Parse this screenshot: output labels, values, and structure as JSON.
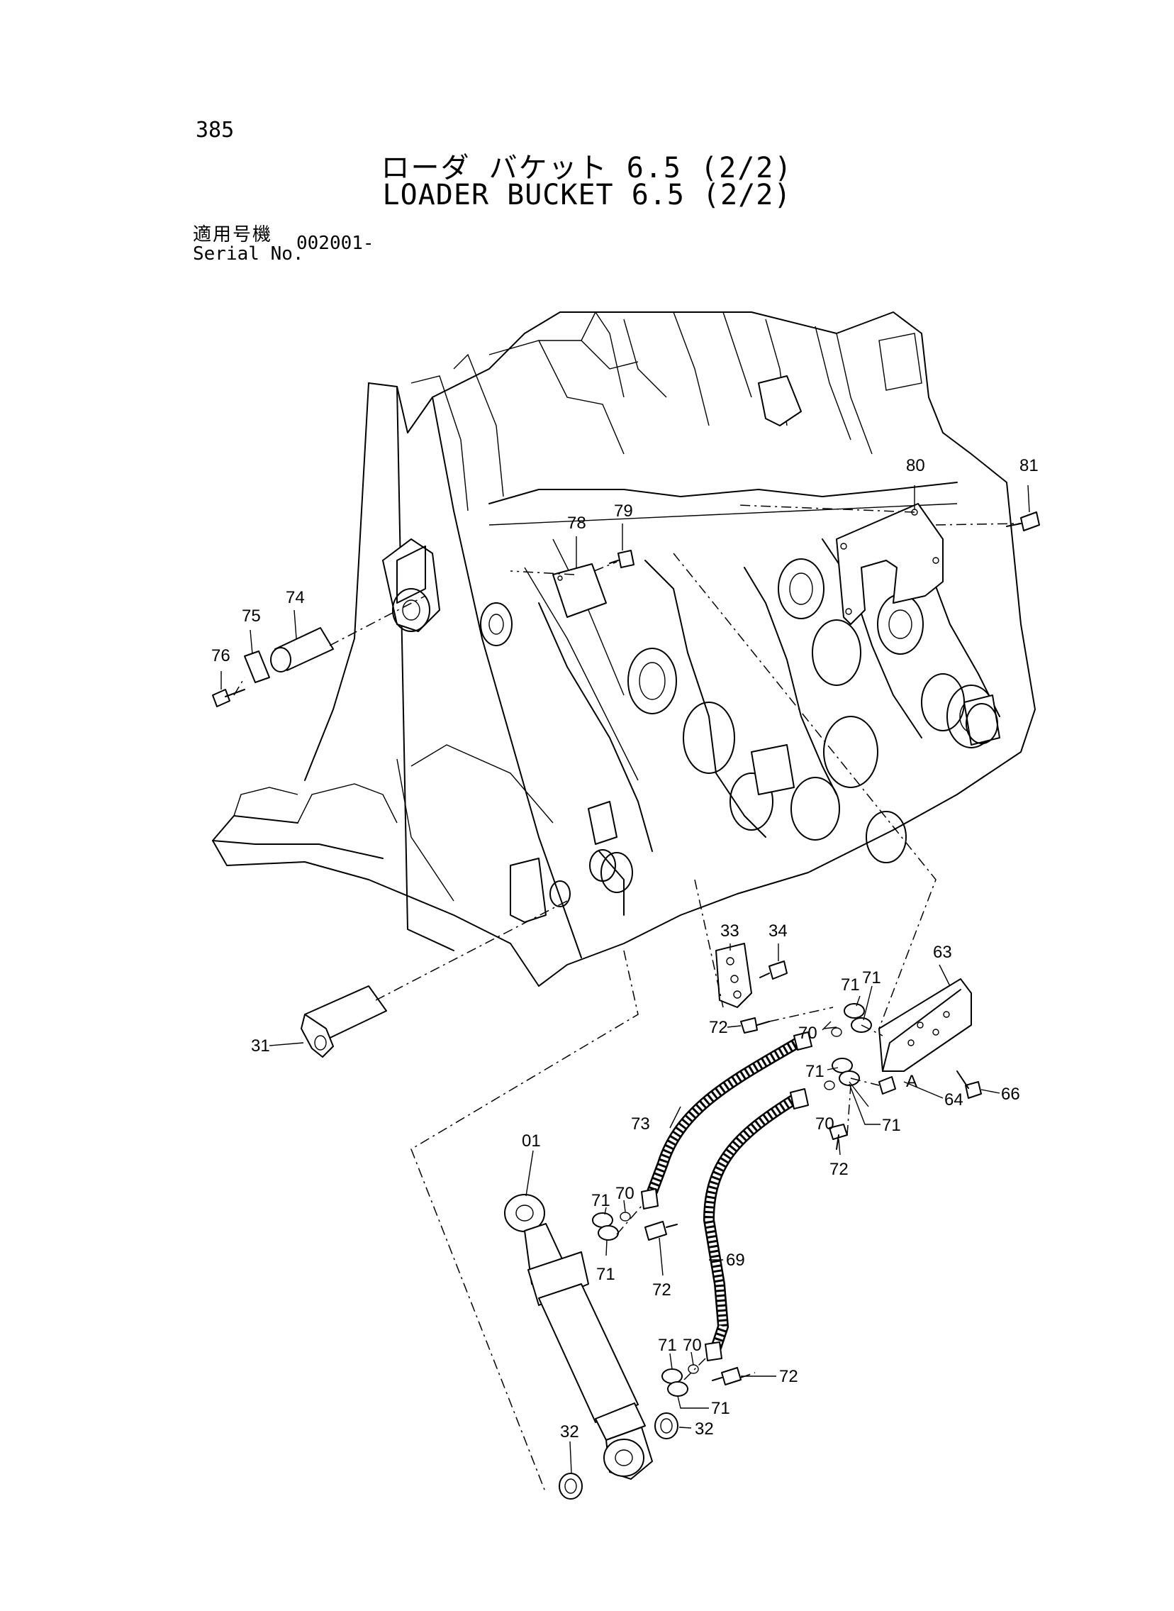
{
  "header": {
    "page_number": "385",
    "title_jp": "ローダ バケット 6.5 (2/2)",
    "title_en": "LOADER BUCKET 6.5 (2/2)",
    "serial_label_jp": "適用号機",
    "serial_label_en": "Serial No.",
    "serial_number": "002001-"
  },
  "callouts": {
    "p01": "01",
    "p31": "31",
    "p32a": "32",
    "p32b": "32",
    "p33": "33",
    "p34": "34",
    "p63": "63",
    "p64": "64",
    "p66": "66",
    "p69": "69",
    "p70a": "70",
    "p70b": "70",
    "p70c": "70",
    "p70d": "70",
    "p71a": "71",
    "p71b": "71",
    "p71c": "71",
    "p71d": "71",
    "p71e": "71",
    "p71f": "71",
    "p71g": "71",
    "p71h": "71",
    "p72a": "72",
    "p72b": "72",
    "p72c": "72",
    "p72d": "72",
    "p73": "73",
    "p74": "74",
    "p75": "75",
    "p76": "76",
    "p78": "78",
    "p79": "79",
    "p80": "80",
    "p81": "81",
    "view_a": "A"
  }
}
